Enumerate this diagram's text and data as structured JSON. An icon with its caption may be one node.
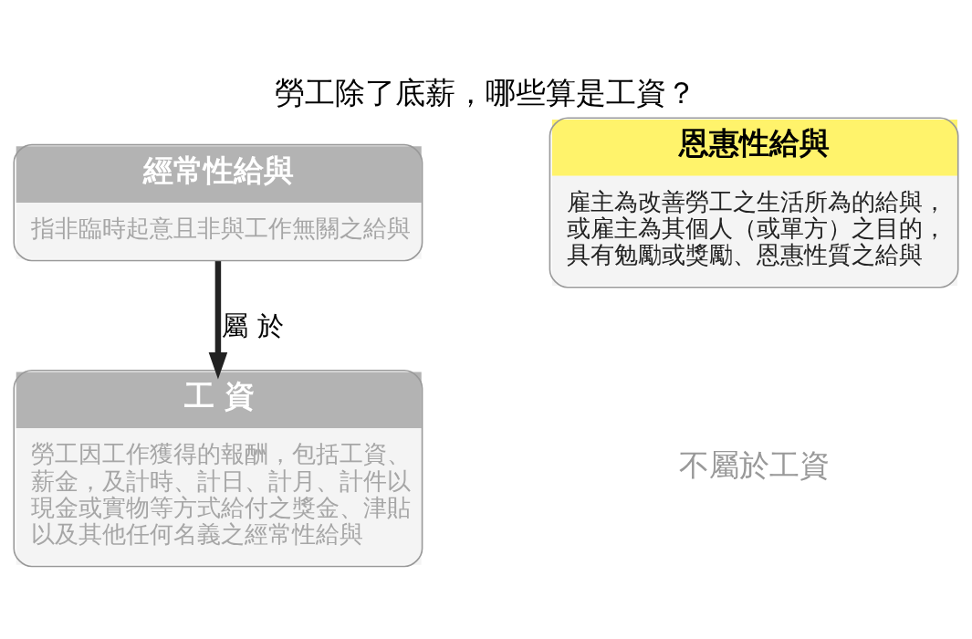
{
  "diagram": {
    "title": "勞工除了底薪，哪些算是工資？",
    "nodes": [
      {
        "text": [
          "經常性給與",
          "指非臨時起意且非與工作無關之給與"
        ]
      },
      {
        "text": [
          "恩惠性給與",
          "雇主為改善勞工之生活所為的給與，或雇主為其個人（或單方）之目的，具有勉勵或獎勵、恩惠性質之給與"
        ]
      },
      {
        "text": [
          "工 資",
          "勞工因工作獲得的報酬，包括工資、薪金，及計時、計日、計月、計件以現金或實物等方式給付之獎金、津貼以及其他任何名義之經常性給與"
        ]
      }
    ],
    "edges": [
      {
        "from": 0,
        "to": 2,
        "arrow": "to",
        "label": "屬 於"
      }
    ],
    "labels": [
      "不屬於工資"
    ]
  }
}
